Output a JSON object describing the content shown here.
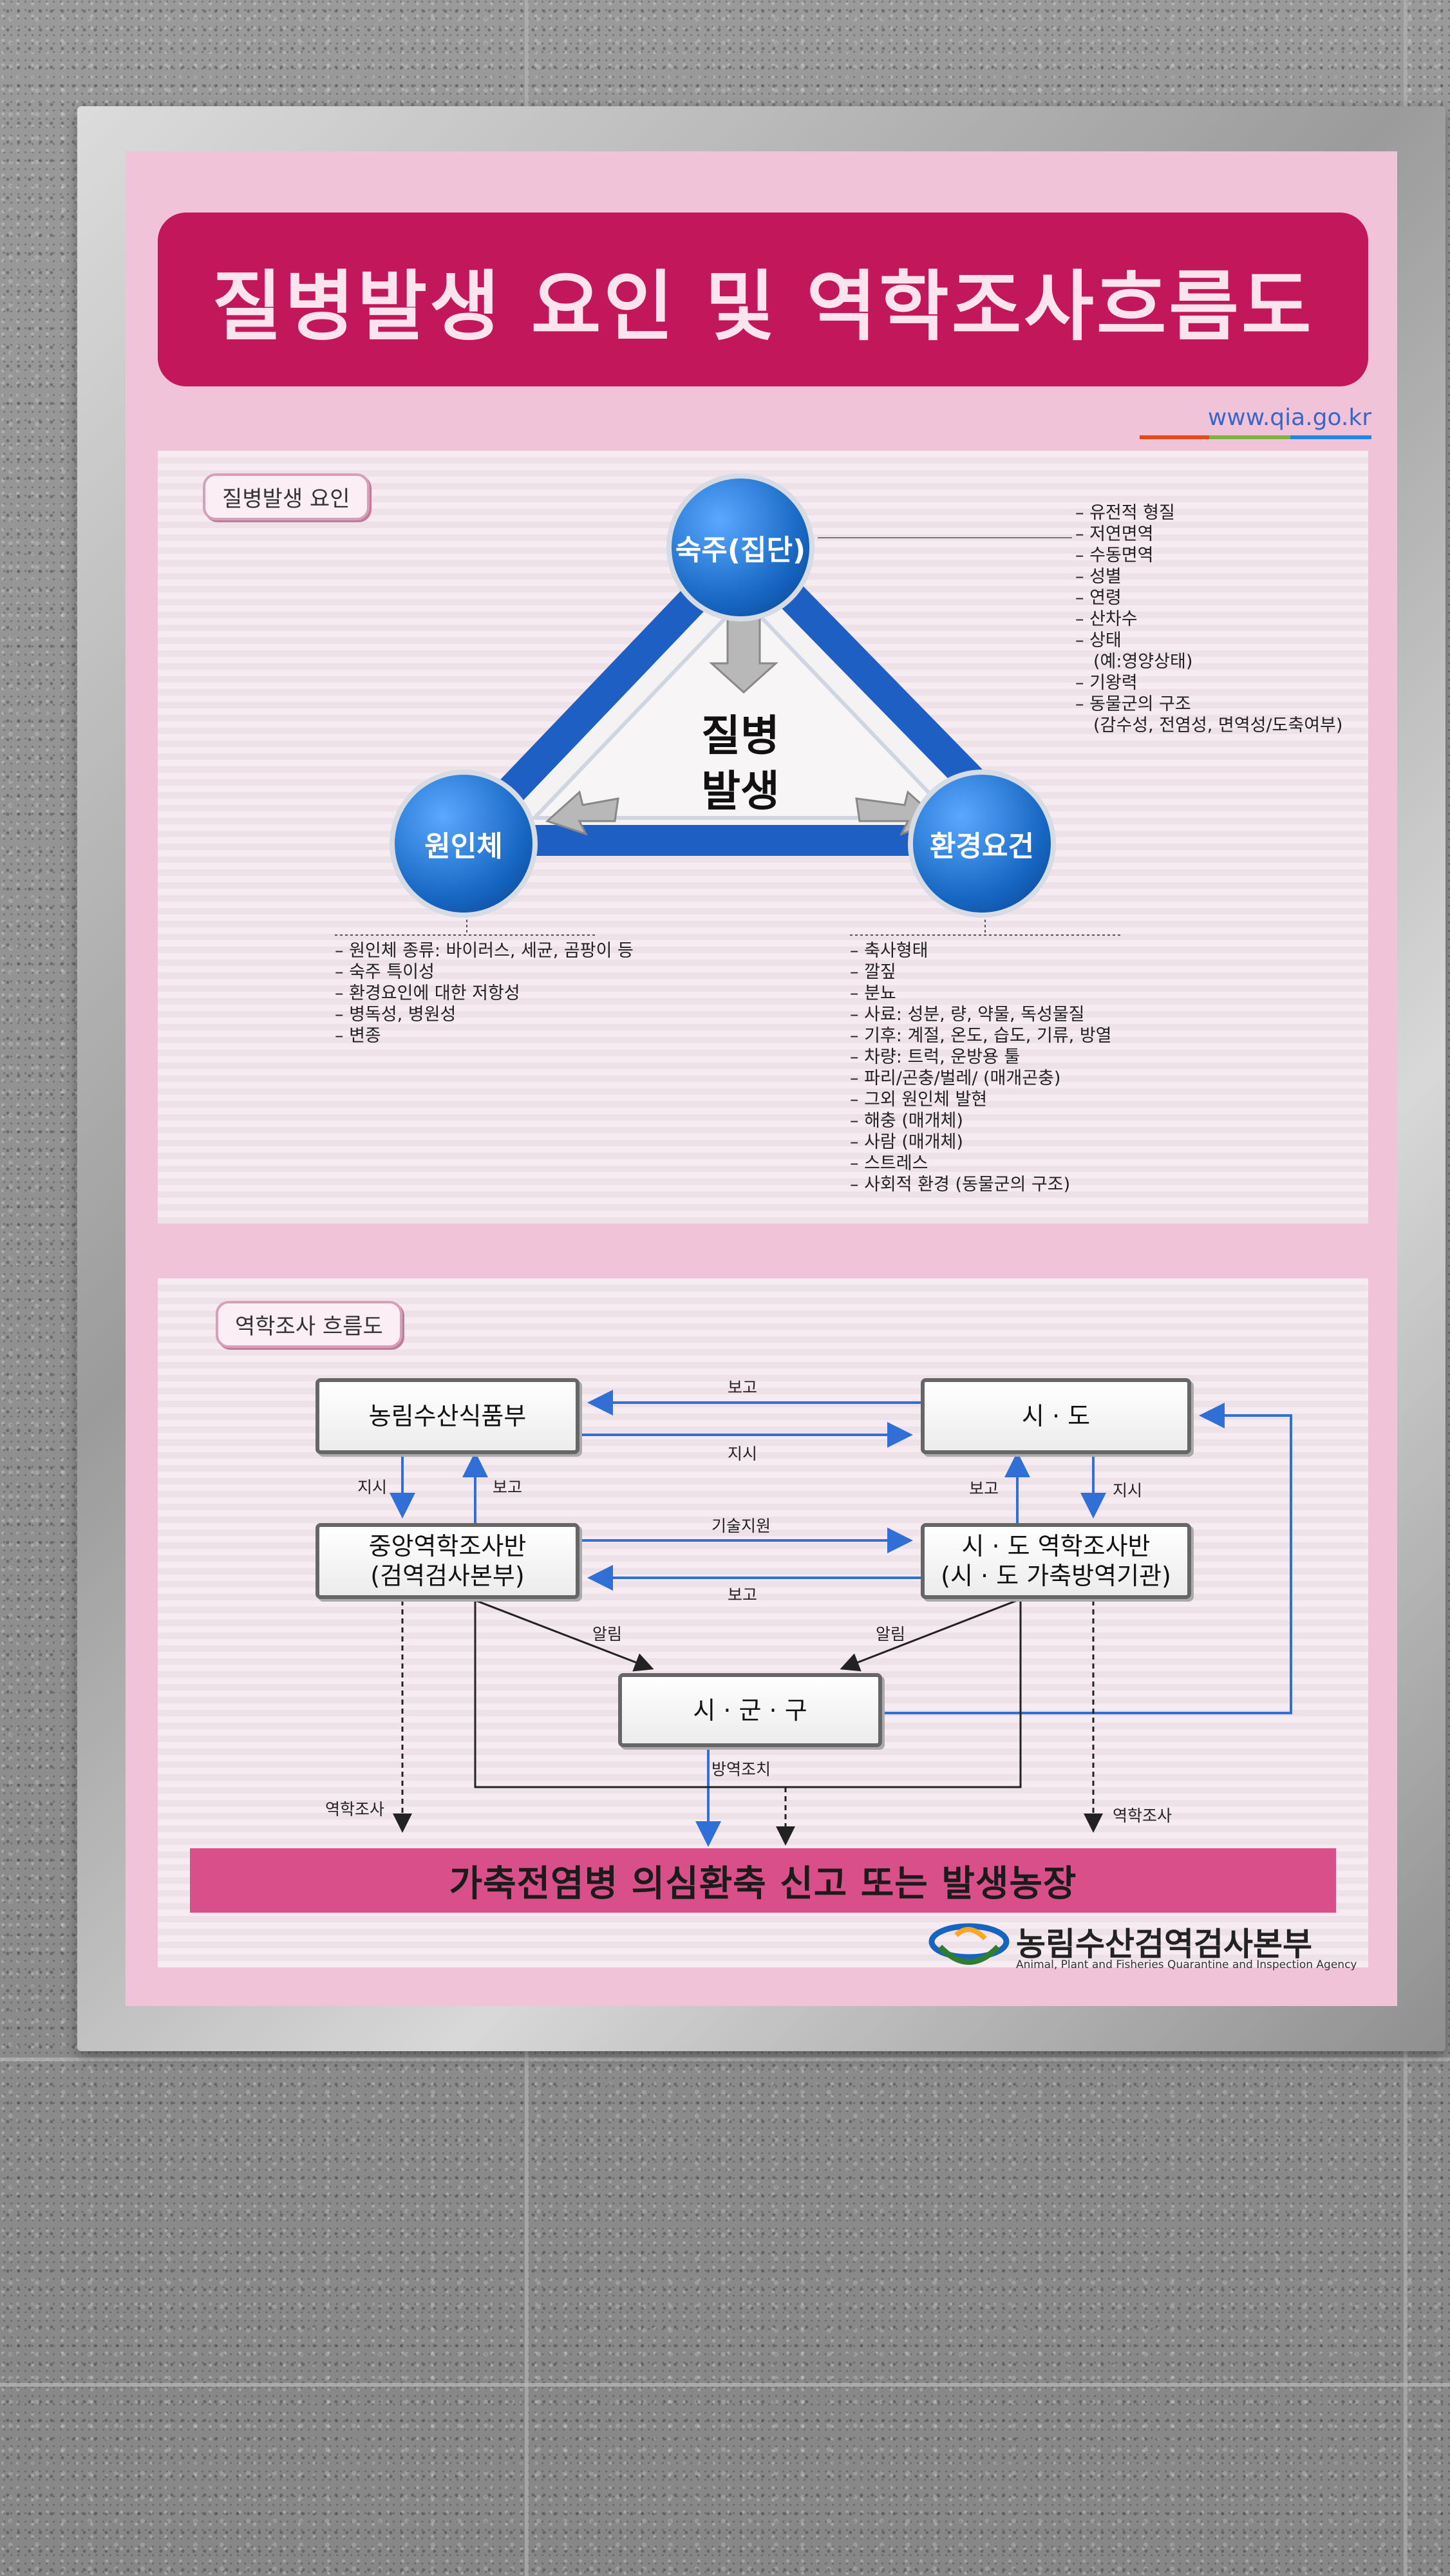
{
  "title": "질병발생 요인 및 역학조사흐름도",
  "url": "www.qia.go.kr",
  "factors": {
    "label": "질병발생 요인",
    "host": "숙주(집단)",
    "agent": "원인체",
    "environment": "환경요건",
    "center_line1": "질병",
    "center_line2": "발생",
    "host_list": [
      "– 유전적 형질",
      "– 저연면역",
      "– 수동면역",
      "– 성별",
      "– 연령",
      "– 산차수",
      "– 상태",
      "(예:영양상태)",
      "– 기왕력",
      "– 동물군의 구조",
      "(감수성, 전염성, 면역성/도축여부)"
    ],
    "agent_list": [
      "– 원인체 종류: 바이러스, 세균, 곰팡이 등",
      "– 숙주 특이성",
      "– 환경요인에 대한 저항성",
      "– 병독성, 병원성",
      "– 변종"
    ],
    "env_list": [
      "– 축사형태",
      "– 깔짚",
      "– 분뇨",
      "– 사료: 성분, 량, 약물, 독성물질",
      "– 기후: 계절, 온도, 습도, 기류, 방열",
      "– 차량: 트럭, 운방용 툴",
      "– 파리/곤충/벌레/ (매개곤충)",
      "– 그외 원인체 발현",
      "– 해충 (매개체)",
      "– 사람 (매개체)",
      "– 스트레스",
      "– 사회적 환경 (동물군의 구조)"
    ]
  },
  "flow": {
    "label": "역학조사 흐름도",
    "ministry": "농림수산식품부",
    "province": "시 · 도",
    "central_team_l1": "중앙역학조사반",
    "central_team_l2": "(검역검사본부)",
    "province_team_l1": "시 · 도 역학조사반",
    "province_team_l2": "(시 · 도 가축방역기관)",
    "district": "시 · 군 · 구",
    "report": "보고",
    "order": "지시",
    "tech_support": "기술지원",
    "notify": "알림",
    "epi_survey": "역학조사",
    "quarantine": "방역조치",
    "farm": "가축전염병 의심환축 신고 또는 발생농장"
  },
  "agency": {
    "name": "농림수산검역검사본부",
    "english": "Animal, Plant and Fisheries Quarantine and Inspection Agency"
  },
  "colors": {
    "title_bg": "#c2185b",
    "circle_blue": "#1565c0",
    "arrow_blue": "#2f6fd6",
    "footer_pink": "#d94f8a"
  }
}
